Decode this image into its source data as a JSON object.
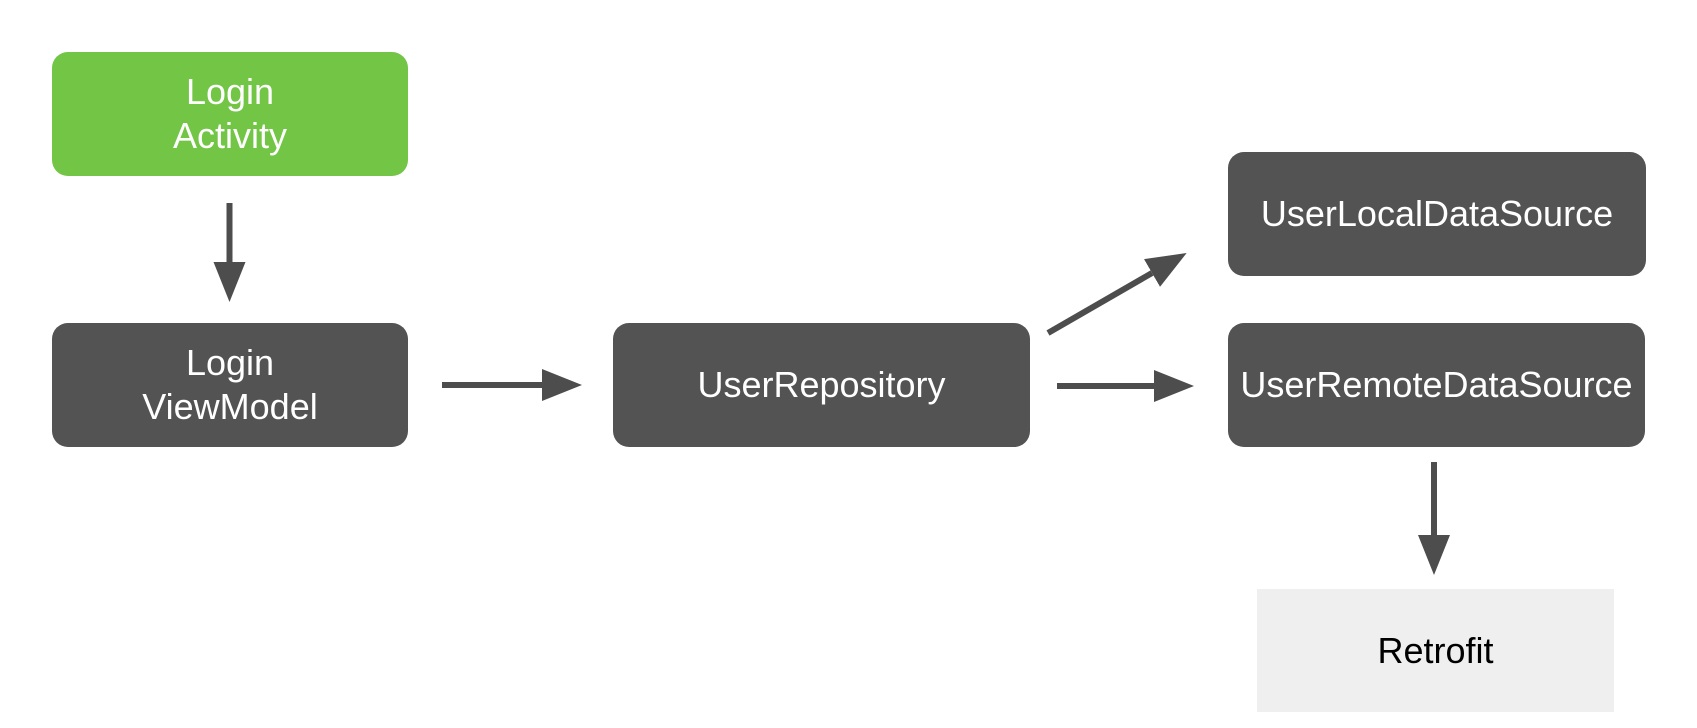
{
  "nodes": {
    "login_activity": {
      "lines": [
        "Login",
        "Activity"
      ]
    },
    "login_viewmodel": {
      "lines": [
        "Login",
        "ViewModel"
      ]
    },
    "user_repository": {
      "label": "UserRepository"
    },
    "user_local_datasource": {
      "label": "UserLocalDataSource"
    },
    "user_remote_datasource": {
      "label": "UserRemoteDataSource"
    },
    "retrofit": {
      "label": "Retrofit"
    }
  },
  "edges": [
    {
      "from": "login_activity",
      "to": "login_viewmodel"
    },
    {
      "from": "login_viewmodel",
      "to": "user_repository"
    },
    {
      "from": "user_repository",
      "to": "user_local_datasource"
    },
    {
      "from": "user_repository",
      "to": "user_remote_datasource"
    },
    {
      "from": "user_remote_datasource",
      "to": "retrofit"
    }
  ],
  "colors": {
    "activity_green": "#72C545",
    "component_dark": "#535353",
    "library_light": "#EFEFEF",
    "arrow": "#4D4D4D",
    "text_on_dark": "#FFFFFF",
    "text_on_light": "#000000",
    "background": "#FFFFFF"
  }
}
